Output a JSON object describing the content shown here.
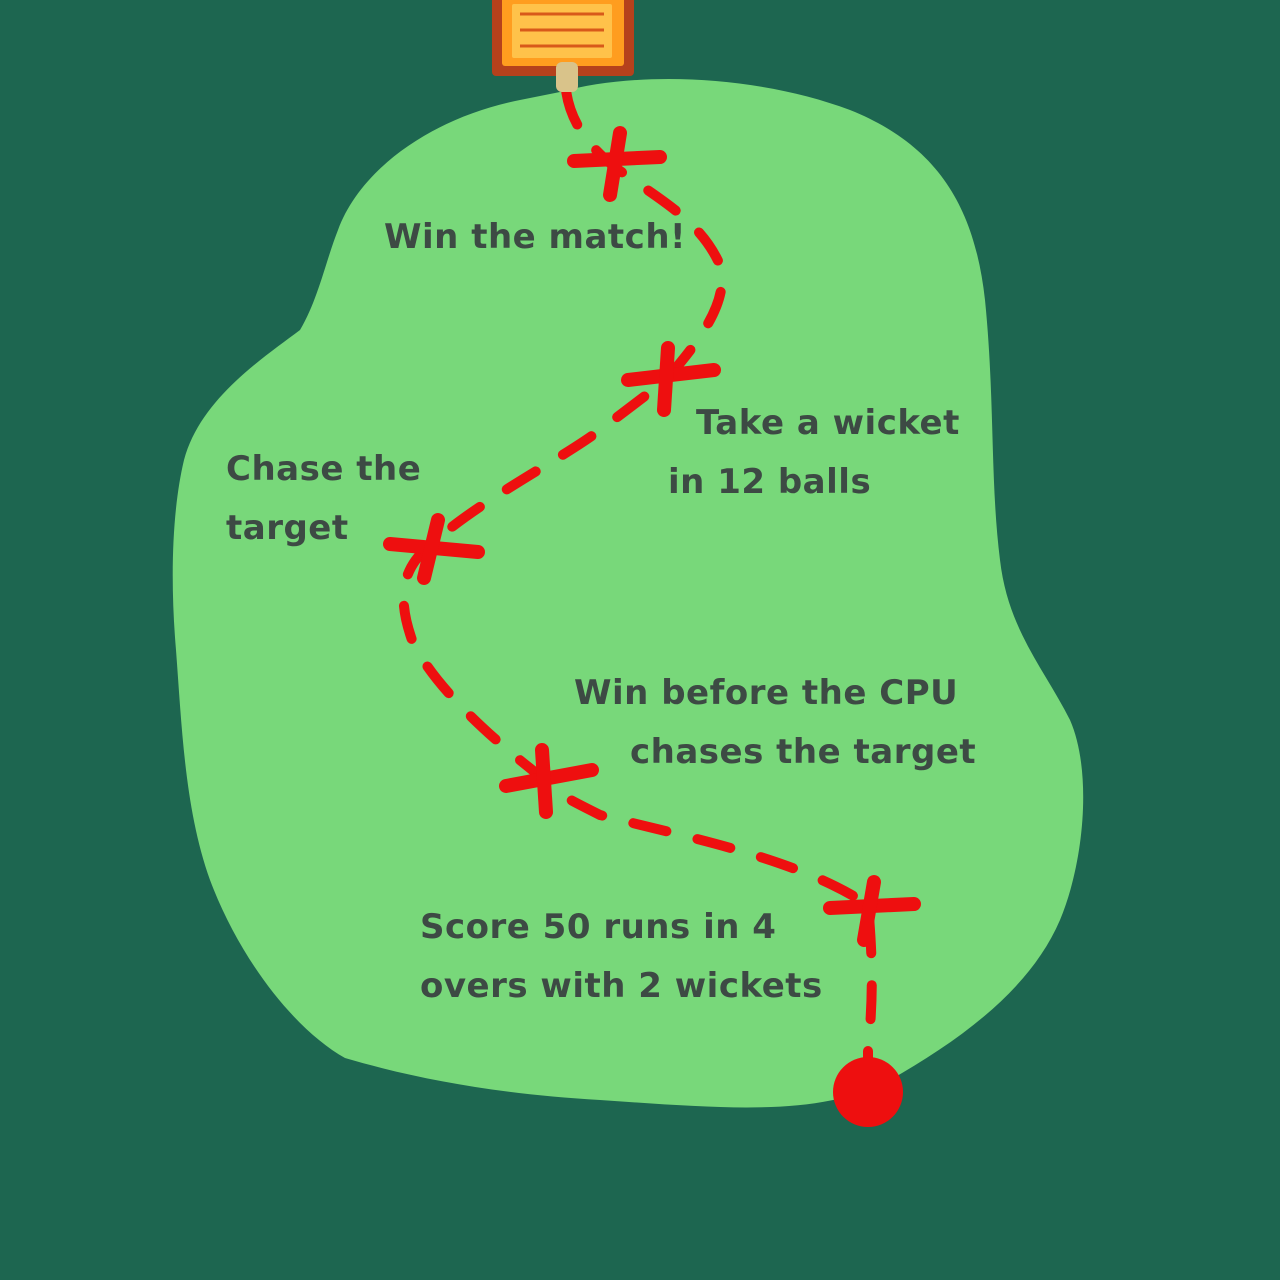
{
  "colors": {
    "background": "#1d6650",
    "island": "#78d87a",
    "path": "#ee0f0f",
    "text": "#3d4a44",
    "signboard": "#ff9d1f",
    "signboard_border": "#b5411c"
  },
  "map": {
    "objectives": [
      {
        "lines": [
          "Win the match!"
        ]
      },
      {
        "lines": [
          "Take a wicket",
          "in 12 balls"
        ]
      },
      {
        "lines": [
          "Chase the",
          "target"
        ]
      },
      {
        "lines": [
          "Win before the CPU",
          "chases the target"
        ]
      },
      {
        "lines": [
          "Score 50 runs in 4",
          "overs with 2 wickets"
        ]
      }
    ],
    "start_marker_icon": "red-dot-start-icon",
    "goal_icon": "signboard-icon",
    "checkpoint_icon": "x-mark-icon"
  }
}
